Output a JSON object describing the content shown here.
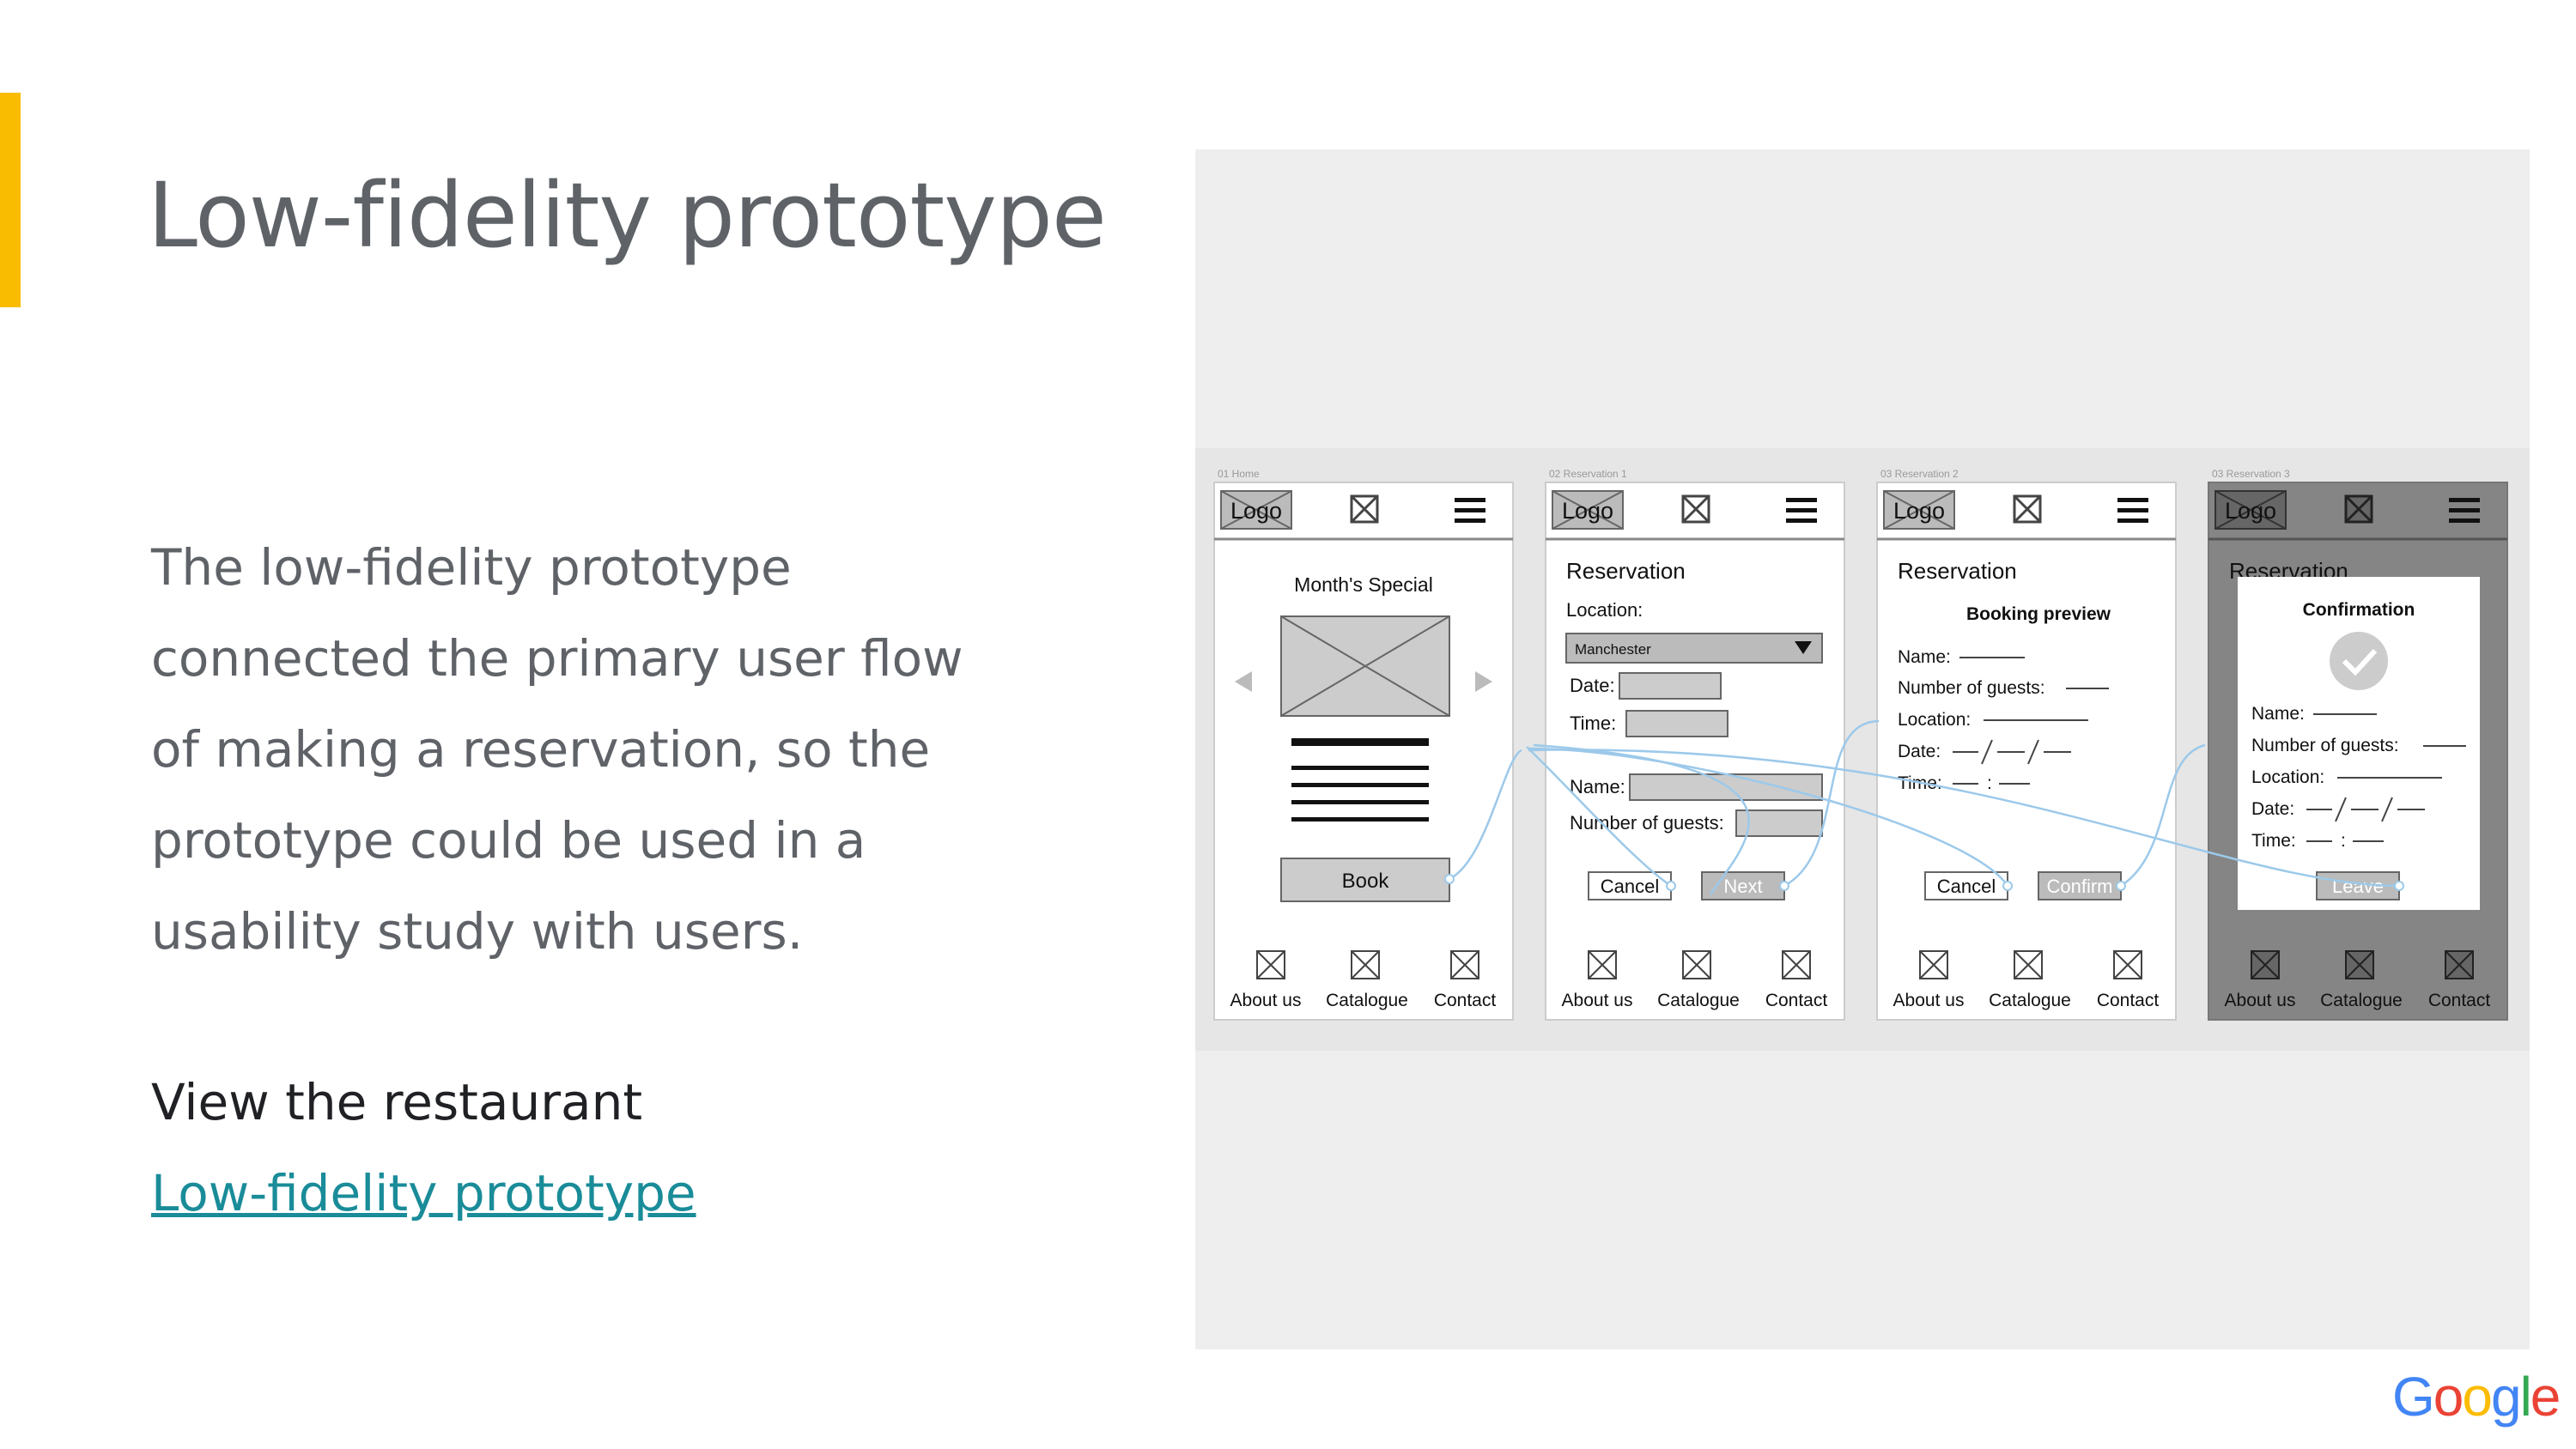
{
  "slide": {
    "title": "Low-fidelity prototype",
    "body_lines": [
      "The low-fidelity prototype",
      "connected the primary user flow",
      "of making a reservation, so the",
      "prototype could be used in a",
      "usability study with users."
    ],
    "view_label": "View the restaurant",
    "link_label": "Low-fidelity prototype",
    "accent_color": "#f9bc00",
    "link_color": "#1a8c99"
  },
  "google": {
    "letters": [
      "G",
      "o",
      "o",
      "g",
      "l",
      "e"
    ],
    "colors": [
      "#4285f4",
      "#ea4335",
      "#fbbc05",
      "#4285f4",
      "#34a853",
      "#ea4335"
    ]
  },
  "wireframes": {
    "frame_labels": [
      "01 Home",
      "02 Reservation 1",
      "03 Reservation 2",
      "03 Reservation 3"
    ],
    "logo": "Logo",
    "nav": [
      "About us",
      "Catalogue",
      "Contact"
    ],
    "home": {
      "special": "Month's Special",
      "book": "Book"
    },
    "res1": {
      "heading": "Reservation",
      "location": "Location:",
      "location_value": "Manchester",
      "date": "Date:",
      "time": "Time:",
      "name": "Name:",
      "guests": "Number of guests:",
      "cancel": "Cancel",
      "next": "Next"
    },
    "res2": {
      "heading": "Reservation",
      "preview": "Booking preview",
      "name": "Name:",
      "guests": "Number of guests:",
      "location": "Location:",
      "date": "Date:",
      "time": "Time:",
      "time_sep": ":",
      "cancel": "Cancel",
      "confirm": "Confirm"
    },
    "res3": {
      "heading": "Reservation",
      "confirmation": "Confirmation",
      "name": "Name:",
      "guests": "Number of guests:",
      "location": "Location:",
      "date": "Date:",
      "time": "Time:",
      "time_sep": ":",
      "leave": "Leave"
    }
  }
}
